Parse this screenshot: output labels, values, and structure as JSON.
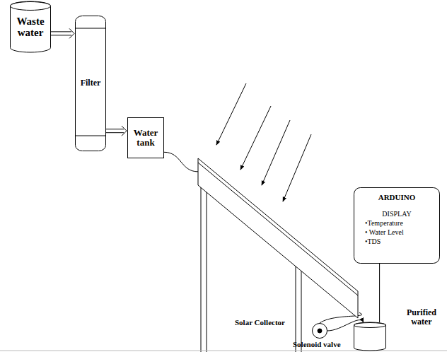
{
  "diagram": {
    "nodes": [
      {
        "text": [
          "Waste water"
        ]
      },
      {
        "text": [
          "Filter"
        ]
      },
      {
        "text": [
          "Water tank"
        ]
      },
      {
        "text": [
          "Solar Collector"
        ]
      },
      {
        "text": [
          "Solenoid valve"
        ]
      },
      {
        "text": [
          "Purified water"
        ]
      },
      {
        "text": [
          "ARDUINO",
          "DISPLAY",
          "•Temperature",
          "• Water Level",
          "•TDS"
        ]
      }
    ],
    "edges": [
      {
        "from": 0,
        "to": 1,
        "arrow": "to"
      },
      {
        "from": 1,
        "to": 2,
        "arrow": "to"
      },
      {
        "from": 2,
        "to": 3,
        "arrow": "none"
      },
      {
        "from": 3,
        "to": 4,
        "arrow": "none"
      },
      {
        "from": 4,
        "to": 5,
        "arrow": "to"
      },
      {
        "from": 6,
        "to": 5,
        "arrow": "none"
      }
    ]
  }
}
